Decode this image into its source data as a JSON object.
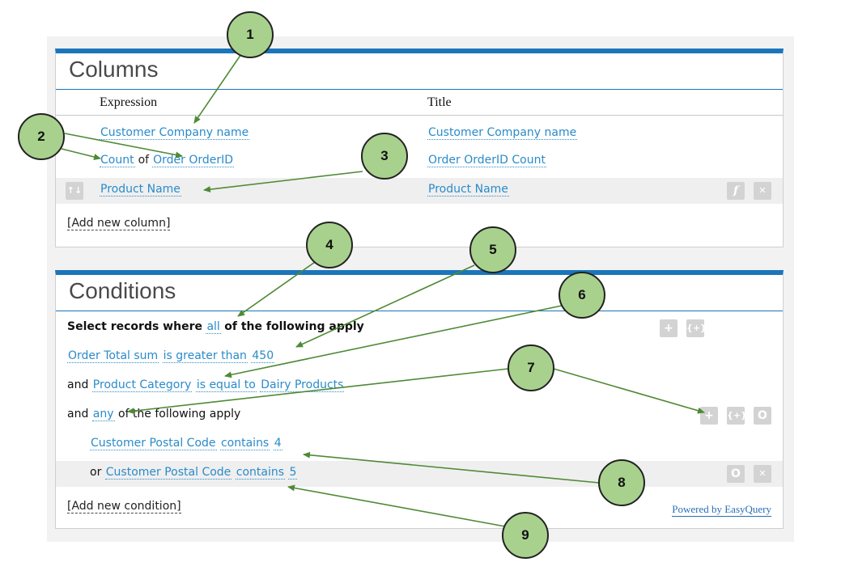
{
  "columns": {
    "title": "Columns",
    "headers": {
      "expression": "Expression",
      "title": "Title"
    },
    "rows": [
      {
        "expr": [
          "Customer Company name"
        ],
        "title": "Customer Company name"
      },
      {
        "expr": [
          "Count",
          "of",
          "Order OrderID"
        ],
        "title": "Order OrderID Count"
      },
      {
        "expr": [
          "Product Name"
        ],
        "title": "Product Name"
      }
    ],
    "add_label": "[Add new column]",
    "buttons": {
      "reorder": "↑↓",
      "function": "f",
      "delete": "✕"
    }
  },
  "conditions": {
    "title": "Conditions",
    "root": {
      "prefix": "Select records where",
      "mode": "all",
      "suffix": "of the following apply"
    },
    "items": [
      {
        "field": "Order Total sum",
        "op": "is greater than",
        "value": "450"
      },
      {
        "joiner": "and",
        "field": "Product Category",
        "op": "is equal to",
        "value": "Dairy Products"
      },
      {
        "joiner": "and",
        "mode": "any",
        "suffix": "of the following apply"
      },
      {
        "field": "Customer Postal Code",
        "op": "contains",
        "value": "4"
      },
      {
        "joiner": "or",
        "field": "Customer Postal Code",
        "op": "contains",
        "value": "5"
      }
    ],
    "add_label": "[Add new condition]",
    "powered_by": "Powered by EasyQuery",
    "buttons": {
      "add": "+",
      "add_group": "{+}",
      "toggle": "O",
      "delete": "✕"
    }
  },
  "callouts": [
    "1",
    "2",
    "3",
    "4",
    "5",
    "6",
    "7",
    "8",
    "9"
  ],
  "colors": {
    "accent": "#1b75bb",
    "link": "#2a8bc9",
    "callout_fill": "#a9d18e",
    "arrow": "#4e8a35"
  }
}
